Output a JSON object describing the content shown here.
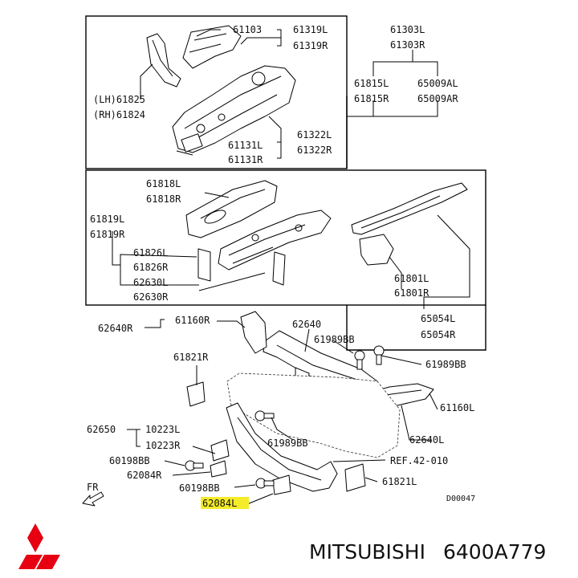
{
  "labels": {
    "l61103": "61103",
    "l61319L": "61319L",
    "l61319R": "61319R",
    "l61303L": "61303L",
    "l61303R": "61303R",
    "l61825": "(LH)61825",
    "l61824": "(RH)61824",
    "l61815L": "61815L",
    "l61815R": "61815R",
    "l65009AL": "65009AL",
    "l65009AR": "65009AR",
    "l61322L": "61322L",
    "l61322R": "61322R",
    "l61131L": "61131L",
    "l61131R": "61131R",
    "l61818L": "61818L",
    "l61818R": "61818R",
    "l61819L": "61819L",
    "l61819R": "61819R",
    "l61826L": "61826L",
    "l61826R": "61826R",
    "l62630L": "62630L",
    "l62630R": "62630R",
    "l61801L": "61801L",
    "l61801R": "61801R",
    "l65054L": "65054L",
    "l65054R": "65054R",
    "l62640R": "62640R",
    "l61160R": "61160R",
    "l62640": "62640",
    "l61989BB_a": "61989BB",
    "l61989BB_b": "61989BB",
    "l61821R": "61821R",
    "l61160L": "61160L",
    "l62640L": "62640L",
    "l62650": "62650",
    "l10223L": "10223L",
    "l10223R": "10223R",
    "l61989BB_c": "61989BB",
    "l60198BB_a": "60198BB",
    "l62084R": "62084R",
    "lref": "REF.42-010",
    "lfr": "FR",
    "l60198BB_b": "60198BB",
    "l61821L": "61821L",
    "l62084L": "62084L",
    "ldiagram": "D00047"
  },
  "footer": {
    "brand": "MITSUBISHI",
    "part_number": "6400A779"
  },
  "colors": {
    "highlight": "#f4ec2a",
    "logo": "#e60012"
  },
  "icons": {
    "logo": "mitsubishi-three-diamonds",
    "direction": "front-arrow"
  }
}
